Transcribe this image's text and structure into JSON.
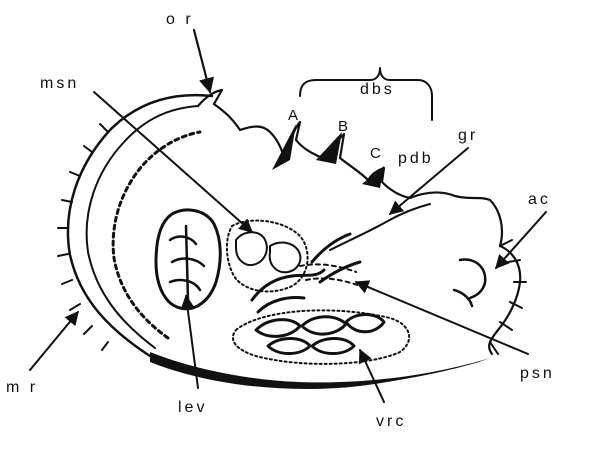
{
  "figure": {
    "labels": {
      "or": "o r",
      "msn": "msn",
      "dbs": "dbs",
      "A": "A",
      "B": "B",
      "C": "C",
      "pdb": "pdb",
      "gr": "gr",
      "ac": "ac",
      "psn": "psn",
      "mr": "m r",
      "lev": "lev",
      "vrc": "vrc"
    },
    "colors": {
      "ink": "#111111",
      "background": "#ffffff"
    }
  }
}
